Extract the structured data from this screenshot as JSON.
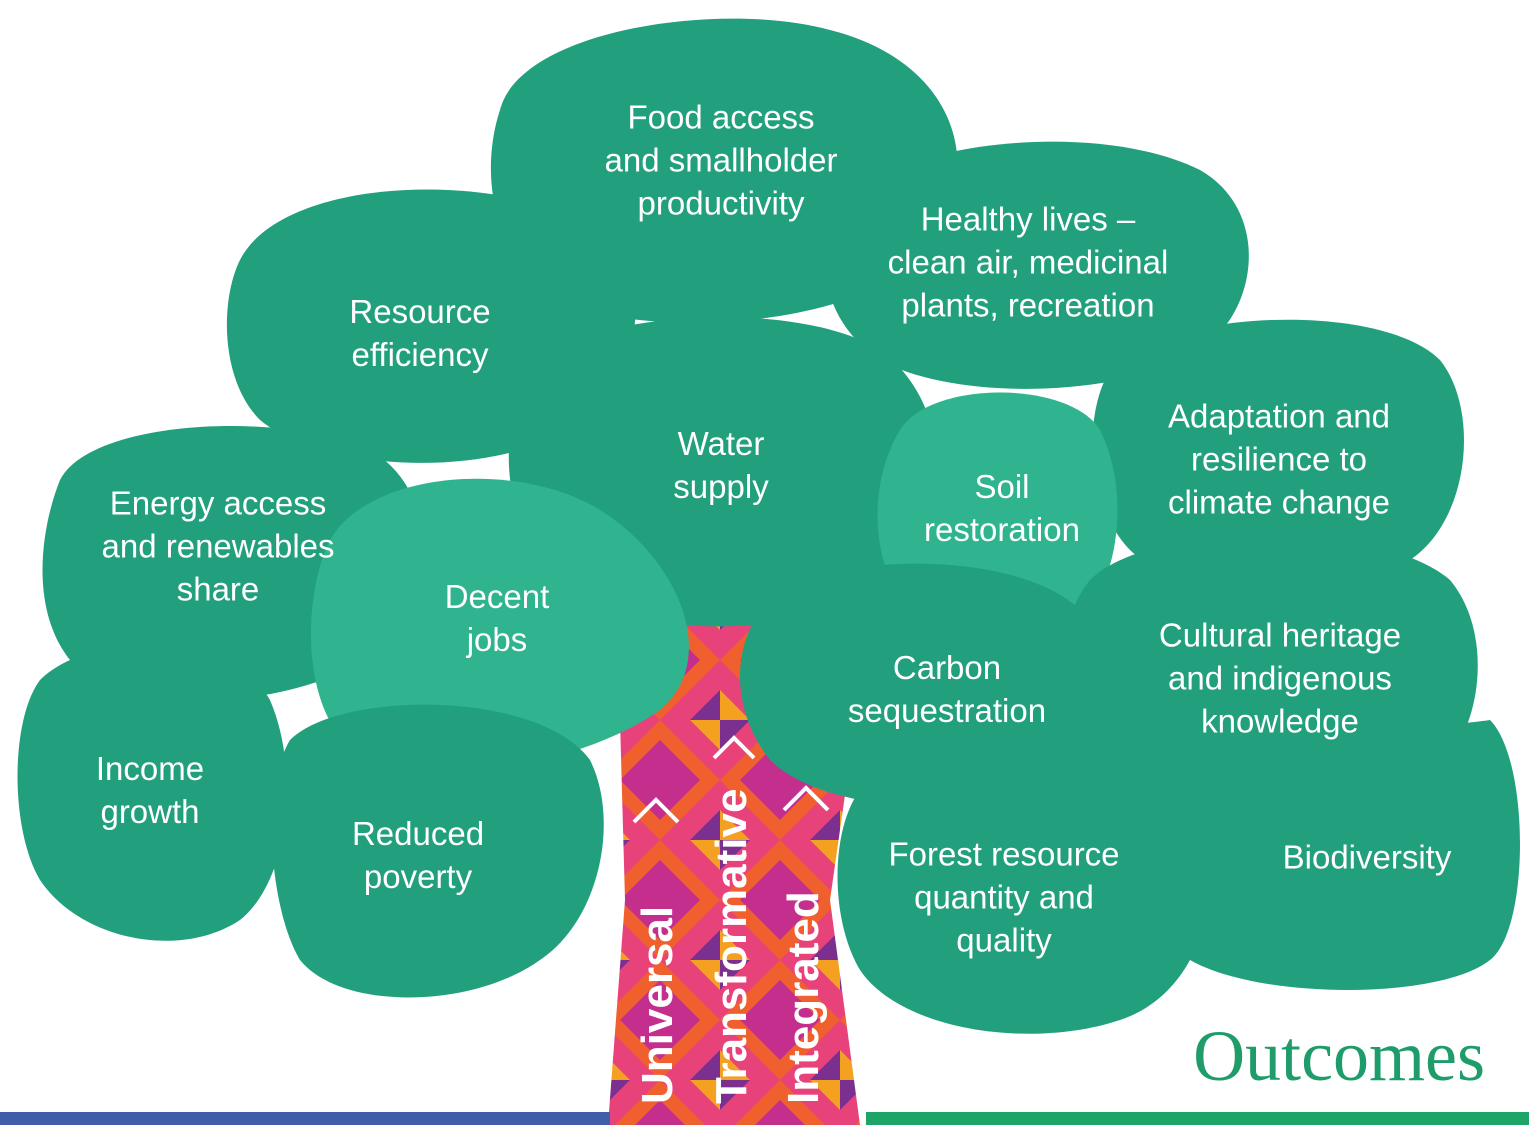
{
  "diagram": {
    "title": "Outcomes",
    "trunk_labels": [
      "Universal",
      "Transformative",
      "Integrated"
    ],
    "canopy_labels": {
      "food_access": "Food access\nand smallholder\nproductivity",
      "healthy_lives": "Healthy lives –\nclean air, medicinal\nplants, recreation",
      "resource_efficiency": "Resource\nefficiency",
      "water_supply": "Water\nsupply",
      "adaptation": "Adaptation and\nresilience to\nclimate change",
      "soil_restoration": "Soil\nrestoration",
      "energy_access": "Energy access\nand renewables\nshare",
      "decent_jobs": "Decent\njobs",
      "carbon_sequestration": "Carbon\nsequestration",
      "cultural_heritage": "Cultural heritage\nand indigenous\nknowledge",
      "income_growth": "Income\ngrowth",
      "reduced_poverty": "Reduced\npoverty",
      "forest_resource": "Forest resource\nquantity and\nquality",
      "biodiversity": "Biodiversity"
    },
    "colors": {
      "leaf": "#22a07e",
      "leaf_light": "#2fb48f",
      "title": "#1e9c6a",
      "bar_left": "#3f5eaa",
      "bar_right": "#1ea467"
    }
  }
}
